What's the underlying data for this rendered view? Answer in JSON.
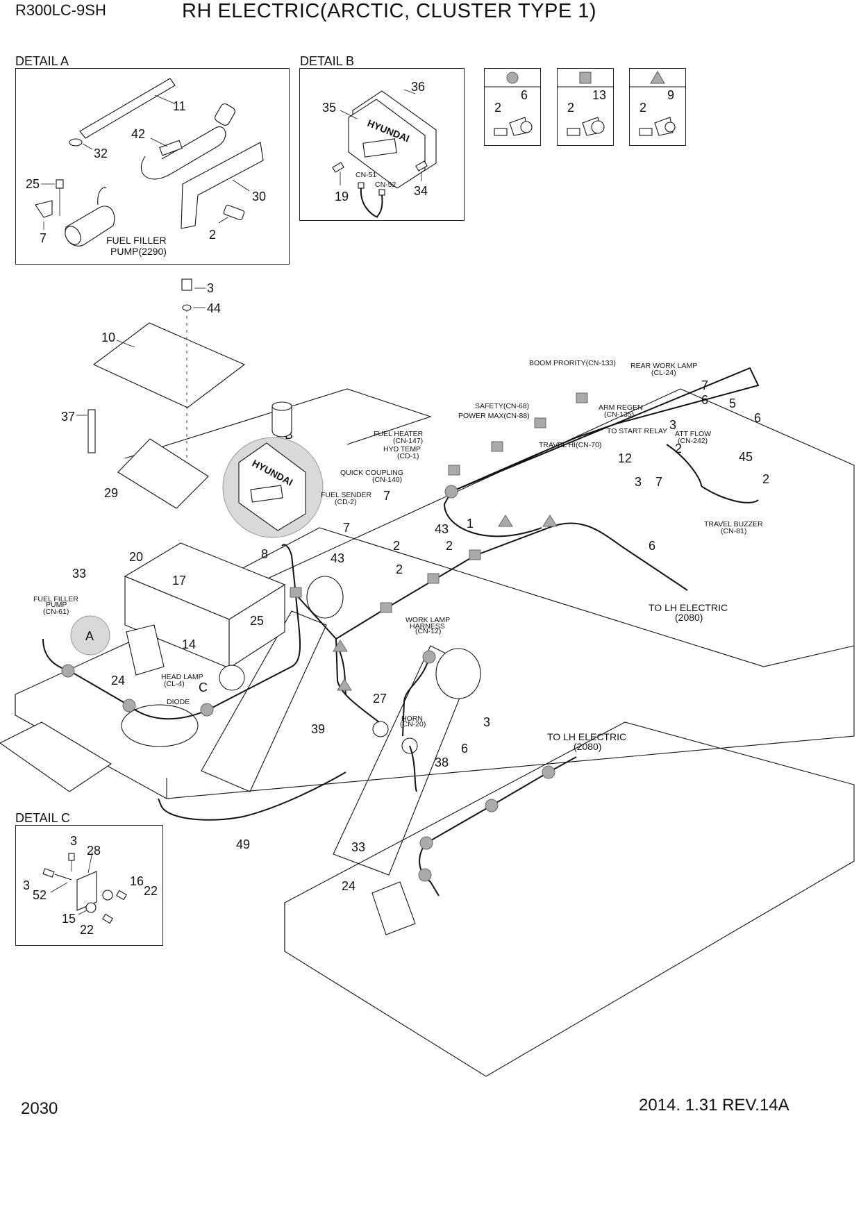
{
  "header": {
    "model": "R300LC-9SH",
    "title": "RH ELECTRIC(ARCTIC, CLUSTER TYPE 1)"
  },
  "details": {
    "a": "DETAIL A",
    "b": "DETAIL B",
    "c": "DETAIL  C"
  },
  "detail_a": {
    "callouts": [
      "11",
      "32",
      "42",
      "25",
      "30",
      "7",
      "2"
    ],
    "fuel_filler_pump_line1": "FUEL FILLER",
    "fuel_filler_pump_line2": "PUMP(2290)"
  },
  "detail_b": {
    "callouts": [
      "36",
      "35",
      "19",
      "34"
    ],
    "connectors": [
      "CN-51",
      "CN-52"
    ],
    "brand": "HYUNDAI"
  },
  "legend_keys": [
    {
      "marker": "circle",
      "numbers": [
        "2",
        "6"
      ]
    },
    {
      "marker": "square",
      "numbers": [
        "2",
        "13"
      ]
    },
    {
      "marker": "triangle",
      "numbers": [
        "2",
        "9"
      ]
    }
  ],
  "detail_c": {
    "callouts": [
      "3",
      "28",
      "3",
      "52",
      "16",
      "22",
      "15",
      "22"
    ]
  },
  "main": {
    "brand": "HYUNDAI",
    "letters": [
      "A",
      "B",
      "C"
    ],
    "connector_labels": [
      {
        "line1": "BOOM PRORITY(CN-133)",
        "line2": ""
      },
      {
        "line1": "REAR WORK LAMP",
        "line2": "(CL-24)"
      },
      {
        "line1": "SAFETY(CN-68)",
        "line2": ""
      },
      {
        "line1": "POWER MAX(CN-88)",
        "line2": ""
      },
      {
        "line1": "ARM REGEN",
        "line2": "(CN-135)"
      },
      {
        "line1": "TO START RELAY",
        "line2": ""
      },
      {
        "line1": "ATT FLOW",
        "line2": "(CN-242)"
      },
      {
        "line1": "FUEL HEATER",
        "line2": "(CN-147)"
      },
      {
        "line1": "HYD TEMP",
        "line2": "(CD-1)"
      },
      {
        "line1": "TRAVEL HI(CN-70)",
        "line2": ""
      },
      {
        "line1": "QUICK COUPLING",
        "line2": "(CN-140)"
      },
      {
        "line1": "FUEL SENDER",
        "line2": "(CD-2)"
      },
      {
        "line1": "TRAVEL BUZZER",
        "line2": "(CN-81)"
      },
      {
        "line1": "FUEL FILLER",
        "line2": "PUMP"
      },
      {
        "line1": "(CN-61)",
        "line2": ""
      },
      {
        "line1": "WORK LAMP",
        "line2": "HARNESS"
      },
      {
        "line1": "(CN-12)",
        "line2": ""
      },
      {
        "line1": "HEAD LAMP",
        "line2": "(CL-4)"
      },
      {
        "line1": "DIODE",
        "line2": ""
      },
      {
        "line1": "HORN",
        "line2": "(CN-20)"
      }
    ],
    "to_lh_1": {
      "line1": "TO LH ELECTRIC",
      "line2": "(2080)"
    },
    "to_lh_2": {
      "line1": "TO LH ELECTRIC",
      "line2": "(2080)"
    },
    "callouts": [
      "3",
      "44",
      "10",
      "37",
      "29",
      "7",
      "6",
      "5",
      "6",
      "3",
      "2",
      "12",
      "45",
      "2",
      "3",
      "7",
      "1",
      "6",
      "7",
      "7",
      "43",
      "2",
      "2",
      "43",
      "2",
      "8",
      "33",
      "20",
      "17",
      "25",
      "14",
      "24",
      "27",
      "3",
      "39",
      "6",
      "38",
      "49",
      "33",
      "24"
    ]
  },
  "footer": {
    "page": "2030",
    "revision": "2014. 1.31  REV.14A"
  }
}
